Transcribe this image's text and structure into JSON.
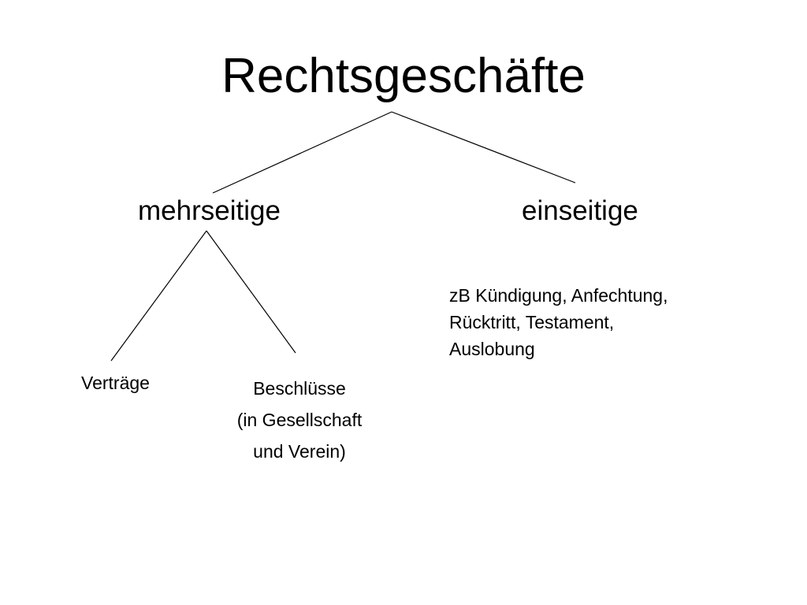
{
  "root": {
    "label": "Rechtsgeschäfte"
  },
  "branches": {
    "mehrseitige": {
      "label": "mehrseitige",
      "children": {
        "vertraege": {
          "label": "Verträge"
        },
        "beschluesse": {
          "label": "Beschlüsse",
          "note_line1": "(in Gesellschaft",
          "note_line2": "und Verein)"
        }
      }
    },
    "einseitige": {
      "label": "einseitige",
      "examples": {
        "line1": "zB Kündigung, Anfechtung,",
        "line2": "Rücktritt, Testament,",
        "line3": "Auslobung"
      }
    }
  },
  "colors": {
    "background": "#ffffff",
    "text": "#000000",
    "lines": "#000000"
  }
}
